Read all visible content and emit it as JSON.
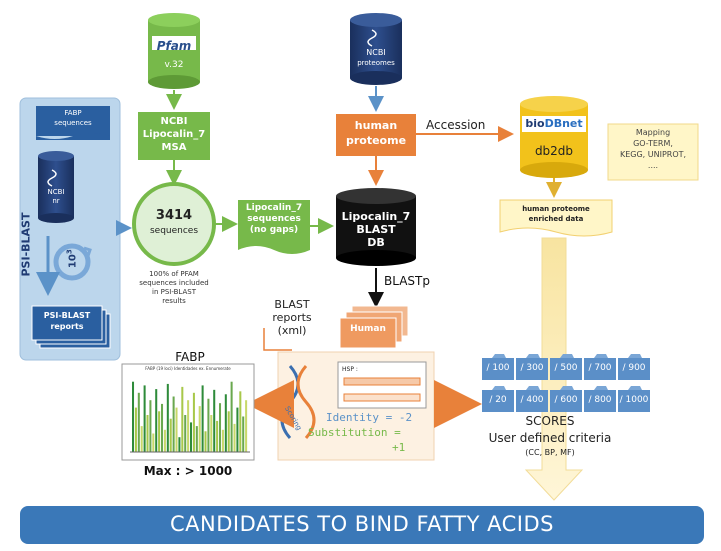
{
  "colors": {
    "green": "#77b94a",
    "orange": "#e8813a",
    "navy": "#1f3b73",
    "yellow": "#f2c21b",
    "panel_blue": "#bcd6ec",
    "banner_blue": "#3a78b8",
    "arrow_blue": "#5b92c8"
  },
  "icons": {
    "pfam_db": "database-cylinder-icon",
    "ncbi_db": "database-cylinder-icon",
    "blast_db": "database-cylinder-icon",
    "cycle": "circular-arrows-icon",
    "dna": "dna-helix-icon",
    "folder": "folder-icon"
  },
  "pfam": {
    "logo": "Pfam",
    "version": "v.32"
  },
  "ncbi_proteomes": {
    "logo": "NCBI",
    "label": "proteomes"
  },
  "msa_box": {
    "line1": "NCBI",
    "line2": "Lipocalin_7",
    "line3": "MSA"
  },
  "human_proteome": {
    "line1": "human",
    "line2": "proteome"
  },
  "accession_label": "Accession",
  "biodbnet": {
    "brand_bio": "bio",
    "brand_db": "DBnet",
    "label": "db2db"
  },
  "mapping_box": {
    "line1": "Mapping",
    "line2": "GO-TERM,",
    "line3": "KEGG, UNIPROT,",
    "line4": "...."
  },
  "enriched": {
    "line1": "human proteome",
    "line2": "enriched data"
  },
  "psi_panel": {
    "fabp_doc": {
      "line1": "FABP",
      "line2": "sequences"
    },
    "ncbi_nr": {
      "logo": "NCBI",
      "label": "nr"
    },
    "side_label": "PSI-BLAST",
    "iterations": "10",
    "iterations_exp": "3",
    "reports": {
      "line1": "PSI-BLAST",
      "line2": "reports"
    }
  },
  "sequences_circle": {
    "count": "3414",
    "label": "sequences"
  },
  "sequences_note": {
    "line1": "100% of PFAM",
    "line2": "sequences included",
    "line3": "in PSI-BLAST",
    "line4": "results"
  },
  "no_gaps_doc": {
    "line1": "Lipocalin_7",
    "line2": "sequences",
    "line3": "(no gaps)"
  },
  "blast_db": {
    "line1": "Lipocalin_7",
    "line2": "BLAST",
    "line3": "DB"
  },
  "blastp_label": "BLASTp",
  "human_docs": {
    "label": "Human"
  },
  "blast_reports": {
    "line1": "BLAST",
    "line2": "reports",
    "line3": "(xml)"
  },
  "scoring": {
    "side_text": "Scoring",
    "window_title": "HSP :",
    "identity": "Identity = -2",
    "substitution": "Substitution =",
    "substitution_value": "+1"
  },
  "fabp_chart": {
    "title": "FABP",
    "inner_title": "FABP (19 loci) Identidades ex. Ennumerate",
    "max_label": "Max : > 1000"
  },
  "chart_data": {
    "type": "bar",
    "title": "FABP",
    "values": [
      0.95,
      0.6,
      0.8,
      0.35,
      0.9,
      0.5,
      0.7,
      0.25,
      0.85,
      0.55,
      0.65,
      0.3,
      0.92,
      0.45,
      0.75,
      0.6,
      0.2,
      0.88,
      0.5,
      0.7,
      0.4,
      0.8,
      0.35,
      0.62,
      0.9,
      0.28,
      0.72,
      0.5,
      0.84,
      0.42,
      0.66,
      0.3,
      0.78,
      0.55,
      0.95,
      0.38,
      0.6,
      0.82,
      0.48,
      0.7
    ]
  },
  "score_folders": {
    "row1": [
      "/ 100",
      "/ 300",
      "/ 500",
      "/ 700",
      "/ 900"
    ],
    "row2": [
      "/ 20",
      "/ 400",
      "/ 600",
      "/ 800",
      "/ 1000"
    ]
  },
  "scores": {
    "title": "SCORES",
    "criteria": "User defined criteria",
    "criteria_detail": "(CC, BP, MF)"
  },
  "banner": {
    "text": "CANDIDATES TO BIND FATTY ACIDS"
  }
}
